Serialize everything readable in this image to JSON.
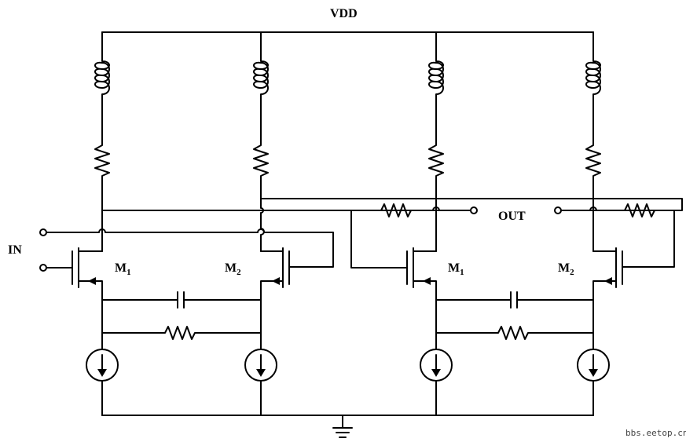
{
  "labels": {
    "vdd": "VDD",
    "in": "IN",
    "out": "OUT",
    "m1_left": "M",
    "m1_left_sub": "1",
    "m2_left": "M",
    "m2_left_sub": "2",
    "m1_right": "M",
    "m1_right_sub": "1",
    "m2_right": "M",
    "m2_right_sub": "2"
  },
  "watermark": "bbs.eetop.cn"
}
